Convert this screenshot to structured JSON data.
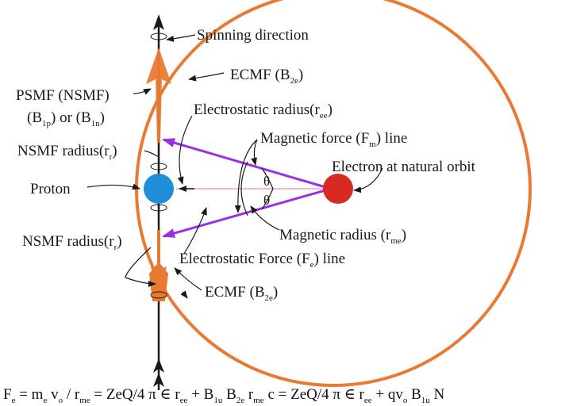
{
  "colors": {
    "orbit": "#e97a33",
    "axis": "#1a1a1a",
    "magnetic_line": "#9b30e0",
    "proton": "#1e8fd6",
    "electron": "#d92a22",
    "guide_line": "#e9a6c8"
  },
  "labels": {
    "spinning_direction": "Spinning direction",
    "ecmf_top": {
      "main": "ECMF (B",
      "sub": "2e",
      "close": ")"
    },
    "psmf": {
      "line1": "PSMF (NSMF)",
      "line2_a": "(B",
      "line2_sub1": "1p",
      "line2_b": ") or (B",
      "line2_sub2": "1n",
      "line2_c": ")"
    },
    "electrostatic_radius": {
      "main": "Electrostatic radius(r",
      "sub": "ee",
      "close": ")"
    },
    "nsmf_radius_top": {
      "main": "NSMF radius(r",
      "sub": "r",
      "close": ")"
    },
    "magnetic_force_line": {
      "main": "Magnetic force (F",
      "sub": "m",
      "close": ") line"
    },
    "electron": "Electron at natural orbit",
    "proton": "Proton",
    "theta_top": "θ",
    "theta_bottom": "θ",
    "nsmf_radius_bottom": {
      "main": "NSMF radius(r",
      "sub": "r",
      "close": ")"
    },
    "magnetic_radius": {
      "main": "Magnetic radius (r",
      "sub": "me",
      "close": ")"
    },
    "electrostatic_force_line": {
      "main": "Electrostatic Force (F",
      "sub": "e",
      "close": ") line"
    },
    "ecmf_bottom": {
      "main": "ECMF (B",
      "sub": "2e",
      "close": ")"
    }
  },
  "equation": {
    "parts": [
      {
        "t": "F"
      },
      {
        "s": "e"
      },
      {
        "t": " = m"
      },
      {
        "s": "e"
      },
      {
        "t": " v"
      },
      {
        "s": "o"
      },
      {
        "t": " / r"
      },
      {
        "s": "me"
      },
      {
        "t": " = ZeQ/4 π ∈ r"
      },
      {
        "s": "ee"
      },
      {
        "t": " + B"
      },
      {
        "s": "1u"
      },
      {
        "t": " B"
      },
      {
        "s": "2e"
      },
      {
        "t": " r"
      },
      {
        "s": "me"
      },
      {
        "t": " c = ZeQ/4 π ∈ r"
      },
      {
        "s": "ee"
      },
      {
        "t": " + qv"
      },
      {
        "s": "o"
      },
      {
        "t": " B"
      },
      {
        "s": "1u"
      },
      {
        "t": "    N"
      }
    ]
  }
}
